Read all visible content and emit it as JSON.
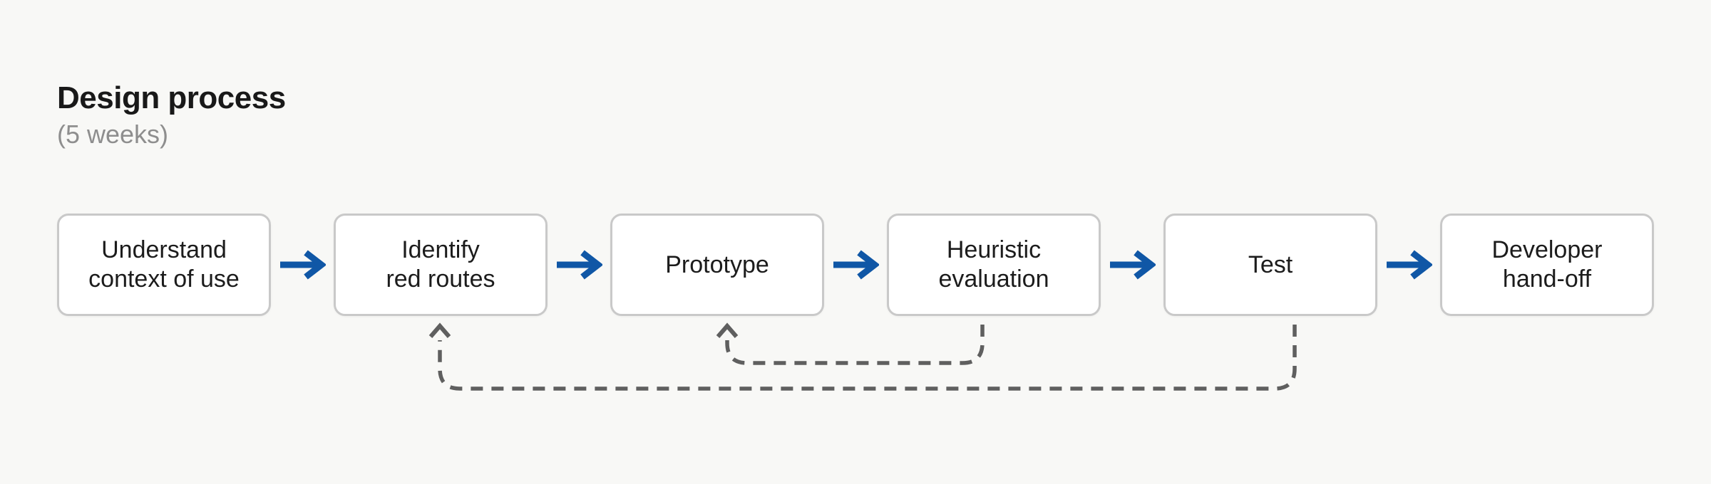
{
  "colors": {
    "background": "#f8f8f6",
    "box_fill": "#ffffff",
    "box_border": "#c9c9c9",
    "arrow_blue": "#1057a6",
    "loop_gray": "#5f5f5f",
    "title_color": "#191919",
    "subtitle_color": "#8e8e8e",
    "box_text": "#1c1c1c"
  },
  "header": {
    "title": "Design process",
    "subtitle": "(5 weeks)"
  },
  "flow": {
    "steps": [
      {
        "label": [
          "Understand",
          "context of use"
        ]
      },
      {
        "label": [
          "Identify",
          "red routes"
        ]
      },
      {
        "label": [
          "Prototype"
        ]
      },
      {
        "label": [
          "Heuristic",
          "evaluation"
        ]
      },
      {
        "label": [
          "Test"
        ]
      },
      {
        "label": [
          "Developer",
          "hand-off"
        ]
      }
    ]
  },
  "feedback_loops": [
    {
      "from": "Heuristic evaluation",
      "to": "Prototype",
      "style": "dashed"
    },
    {
      "from": "Test",
      "to": "Identify red routes",
      "style": "dashed"
    }
  ]
}
